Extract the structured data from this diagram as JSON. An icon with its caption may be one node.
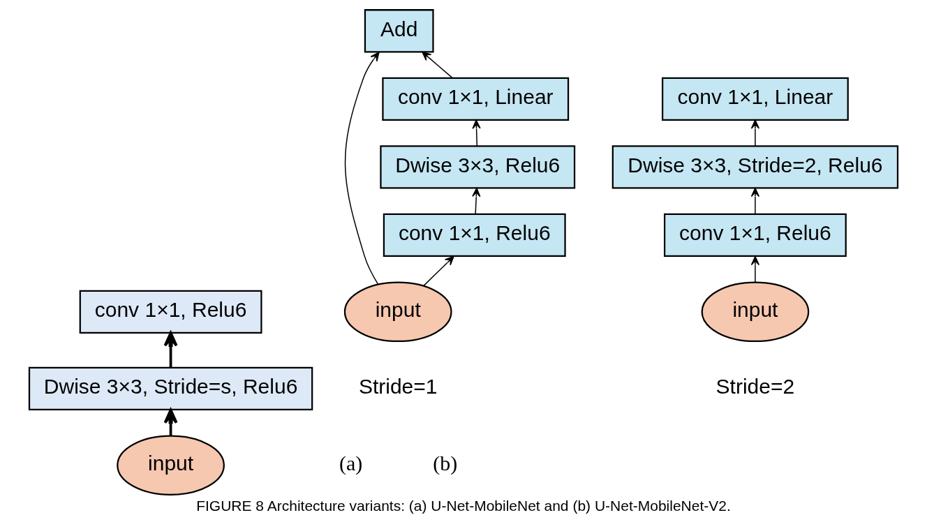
{
  "diagram": {
    "caption": "FIGURE 8 Architecture variants: (a) U-Net-MobileNet and (b) U-Net-MobileNet-V2.",
    "nodes": [
      {
        "text": [
          "conv 1×1, Relu6"
        ]
      },
      {
        "text": [
          "Dwise 3×3, Stride=s, Relu6"
        ]
      },
      {
        "text": [
          "input"
        ]
      },
      {
        "text": [
          "Add"
        ]
      },
      {
        "text": [
          "conv 1×1, Linear"
        ]
      },
      {
        "text": [
          "Dwise 3×3, Relu6"
        ]
      },
      {
        "text": [
          "conv 1×1, Relu6"
        ]
      },
      {
        "text": [
          "input"
        ],
        "beside": [
          "Stride=1"
        ]
      },
      {
        "text": [
          "conv 1×1, Linear"
        ]
      },
      {
        "text": [
          "Dwise 3×3, Stride=2, Relu6"
        ]
      },
      {
        "text": [
          "conv 1×1, Relu6"
        ]
      },
      {
        "text": [
          "input"
        ],
        "beside": [
          "Stride=2"
        ]
      }
    ],
    "edges": [
      {
        "from": 2,
        "to": 1,
        "arrow": "to",
        "style": "thick"
      },
      {
        "from": 1,
        "to": 0,
        "arrow": "to",
        "style": "thick"
      },
      {
        "from": 7,
        "to": 6,
        "arrow": "to"
      },
      {
        "from": 6,
        "to": 5,
        "arrow": "to"
      },
      {
        "from": 5,
        "to": 4,
        "arrow": "to"
      },
      {
        "from": 4,
        "to": 3,
        "arrow": "to"
      },
      {
        "from": 7,
        "to": 3,
        "arrow": "to"
      },
      {
        "from": 11,
        "to": 10,
        "arrow": "to"
      },
      {
        "from": 10,
        "to": 9,
        "arrow": "to"
      },
      {
        "from": 9,
        "to": 8,
        "arrow": "to"
      }
    ],
    "labels": [
      "(a)",
      "(b)"
    ]
  }
}
